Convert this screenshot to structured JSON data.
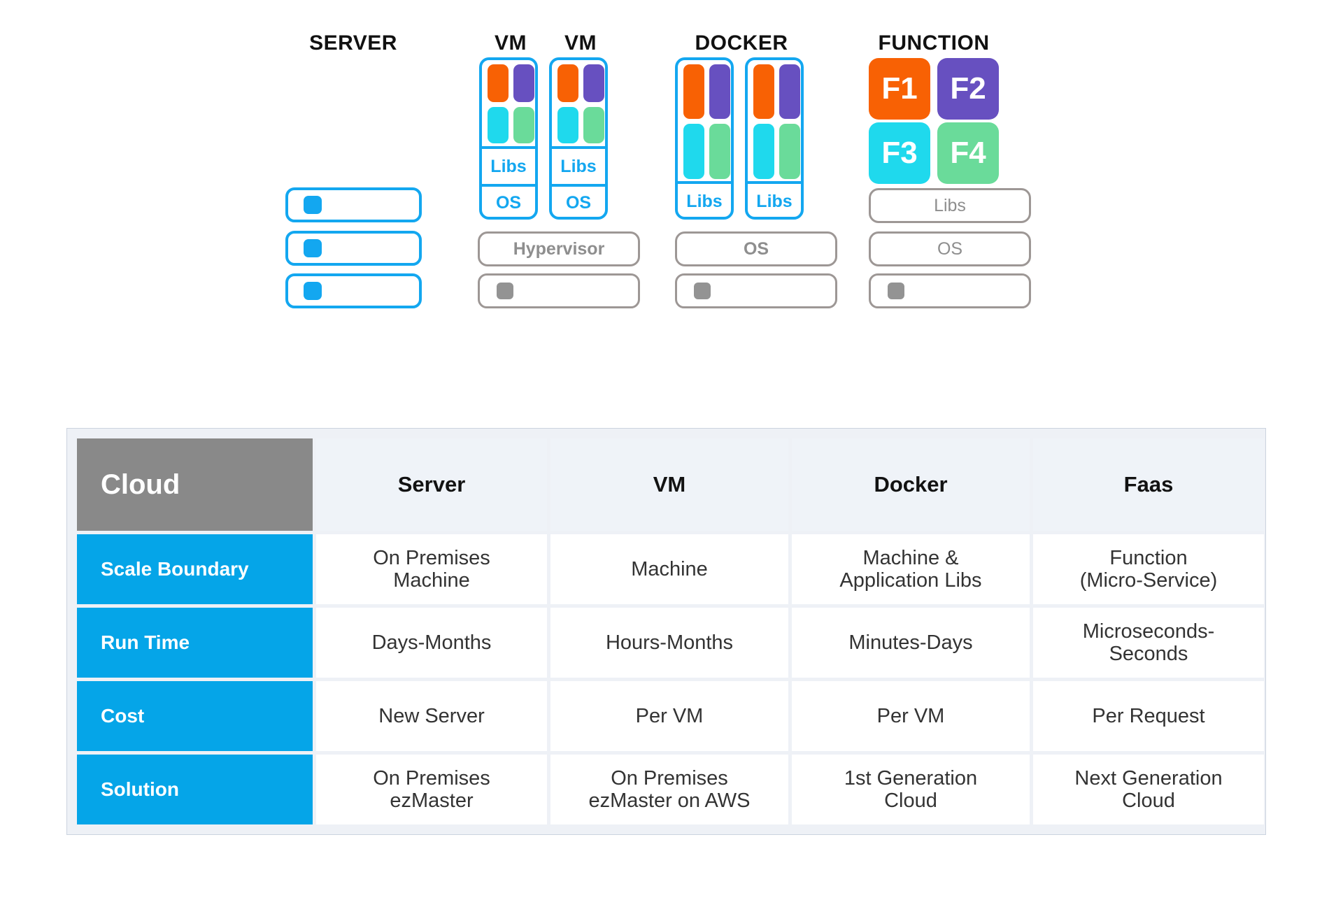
{
  "diagram": {
    "columns": [
      {
        "title": "SERVER"
      },
      {
        "title": "VM"
      },
      {
        "title": "VM"
      },
      {
        "title": "DOCKER"
      },
      {
        "title": "FUNCTION"
      }
    ],
    "labels": {
      "libs": "Libs",
      "os": "OS",
      "hypervisor": "Hypervisor"
    },
    "functions": [
      {
        "label": "F1",
        "color": "#F86104"
      },
      {
        "label": "F2",
        "color": "#6750C0"
      },
      {
        "label": "F3",
        "color": "#1FD9ED"
      },
      {
        "label": "F4",
        "color": "#6ADB9A"
      }
    ],
    "app_colors": [
      "#F86104",
      "#6750C0",
      "#1FD9ED",
      "#6ADB9A"
    ],
    "colors": {
      "blue": "#13A7F0",
      "gray": "#9D9795",
      "gray_text": "#8E8E8E",
      "orange": "#F86104",
      "purple": "#6750C0",
      "cyan": "#1FD9ED",
      "green": "#6ADB9A"
    }
  },
  "table": {
    "corner_label": "Cloud",
    "columns": [
      "Server",
      "VM",
      "Docker",
      "Faas"
    ],
    "rows": [
      {
        "label": "Scale Boundary",
        "cells": [
          "On Premises\nMachine",
          "Machine",
          "Machine &\nApplication Libs",
          "Function\n(Micro-Service)"
        ]
      },
      {
        "label": "Run Time",
        "cells": [
          "Days-Months",
          "Hours-Months",
          "Minutes-Days",
          "Microseconds-\nSeconds"
        ]
      },
      {
        "label": "Cost",
        "cells": [
          "New Server",
          "Per VM",
          "Per VM",
          "Per Request"
        ]
      },
      {
        "label": "Solution",
        "cells": [
          "On Premises\nezMaster",
          "On Premises\nezMaster on AWS",
          "1st Generation\nCloud",
          "Next Generation\nCloud"
        ]
      }
    ],
    "colors": {
      "corner_bg": "#898989",
      "rowhead_bg": "#05A5E8",
      "header_bg": "#EFF3F8",
      "frame_bg": "#EEF1F6",
      "frame_border": "#CBD3DF"
    }
  }
}
